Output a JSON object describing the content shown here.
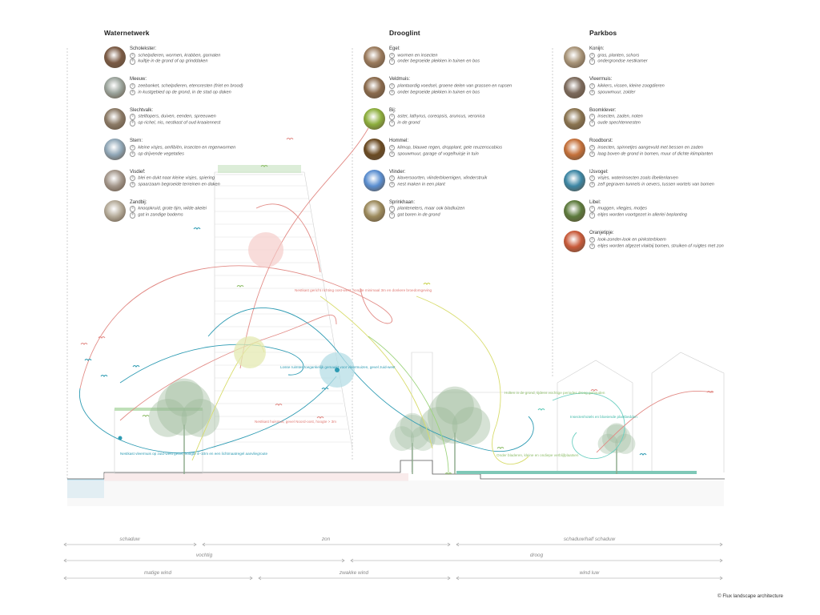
{
  "columns": [
    {
      "title": "Waternetwerk",
      "species": [
        {
          "name": "Scholekster:",
          "food": "schelpdieren, wormen, krabben, garnalen",
          "nest": "kuiltje in de grond of op grinddaken",
          "color": "#7a5a44"
        },
        {
          "name": "Meeuw:",
          "food": "zeebanket, schelpdieren, etensresten (friet en brood)",
          "nest": "in kustgebied op de grond, in de stad op daken",
          "color": "#9aa39b"
        },
        {
          "name": "Slechtvalk:",
          "food": "steltlopers, duiven, eenden, spreeuwen",
          "nest": "op richel, nis, nestkast of oud kraaiennest",
          "color": "#8b7a66"
        },
        {
          "name": "Stern:",
          "food": "kleine visjes, amfibiën, insecten en regenwormen",
          "nest": "op drijvende vegetaties",
          "color": "#8fa6b6"
        },
        {
          "name": "Visdief:",
          "food": "blei en dukt naar kleine visjes, spiering",
          "nest": "spaarzaam begroeide terreinen en daken",
          "color": "#a3968a"
        },
        {
          "name": "Zandbij:",
          "food": "knoopkruid, grote tijm, wilde akelei",
          "nest": "gat in zandige bodems",
          "color": "#b4aa98"
        }
      ]
    },
    {
      "title": "Drooglint",
      "species": [
        {
          "name": "Egel:",
          "food": "wormen en insecten",
          "nest": "onder begroeide plekken in tuinen en bos",
          "color": "#9a7a5c"
        },
        {
          "name": "Veldmuis:",
          "food": "plantaardig voedsel, groene delen van grassen en rupsen",
          "nest": "onder begroeide plekken in tuinen en bos",
          "color": "#8a6a4c"
        },
        {
          "name": "Bij:",
          "food": "aster, lathyrus, coreopsis, aruncus, veronica",
          "nest": "in de grond",
          "color": "#8cae3c"
        },
        {
          "name": "Hommel:",
          "food": "klimop, blauwe regen, dropplant, gele reuzenscabios",
          "nest": "spouwmuur, garage of vogelhuisje in tuin",
          "color": "#6a4a22"
        },
        {
          "name": "Vlinder:",
          "food": "klaversoorten, vlinderbloemigen, vlinderstruik",
          "nest": "nest maken in een plant",
          "color": "#5a8ed0"
        },
        {
          "name": "Sprinkhaan:",
          "food": "planteneters, maar ook bladluizen",
          "nest": "gat boren in de grond",
          "color": "#9c8a5c"
        }
      ]
    },
    {
      "title": "Parkbos",
      "species": [
        {
          "name": "Konijn:",
          "food": "gras, planten, schors",
          "nest": "ondergrondse nestkamer",
          "color": "#a89478"
        },
        {
          "name": "Vleermuis:",
          "food": "kikkers, vissen, kleine zoogdieren",
          "nest": "spouwmuur, zolder",
          "color": "#7c6a5c"
        },
        {
          "name": "Boomklever:",
          "food": "insecten, zaden, noten",
          "nest": "oude spechtennesten",
          "color": "#8a7450"
        },
        {
          "name": "Roodborst:",
          "food": "insecten, spinnetjes aangevuld met bessen en zaden",
          "nest": "laag boven de grond in bomen, muur of dichte klimplanten",
          "color": "#c4703a"
        },
        {
          "name": "IJsvogel:",
          "food": "visjes, waterinsecten zoals libellenlarven",
          "nest": "zelf gegraven tunnels in oevers, tussen wortels van bomen",
          "color": "#3c86a4"
        },
        {
          "name": "Libel:",
          "food": "muggen, vliegjes, motjes",
          "nest": "eitjes worden voortgezet in allerlei beplanting",
          "color": "#5c7a3c"
        },
        {
          "name": "Oranjetipje:",
          "food": "look-zonder-look en pinksterbloem",
          "nest": "eitjes worden afgezet vlakbij bomen, struiken of ruigtes met zon",
          "color": "#c85a3a"
        }
      ]
    }
  ],
  "annotations": {
    "red_note": "Nestkast gericht richting oost-west, hoogte minimaal 3m en donkere broedomgeving",
    "teal_note": "Losse ruimtes toegankelijk gemaakt voor vleermuizen, gevel zuid-west",
    "pink_note": "Nestkast huismus, gevel Noord-oost, hoogte > 3m",
    "bat_note": "Nestkast vleermuis op zuid-west gevel, hoogte 4–10m en een lichtmaatregel aanvliegroute",
    "dry_note": "Holten in de grond, tijdens vochtige periodes droog gehouden",
    "leaf_note": "Onder bladeren, kleine en ondiepe verblijfplaatsen",
    "park_note": "Insectenhotels en bloeiende plantbedden"
  },
  "bands": [
    {
      "label": "schaduw"
    },
    {
      "label": "zon"
    },
    {
      "label": "schaduw/half schaduw"
    },
    {
      "label": "vochtig"
    },
    {
      "label": "droog"
    },
    {
      "label": "matige wind"
    },
    {
      "label": "zwakke wind"
    },
    {
      "label": "wind luw"
    }
  ],
  "legend_marks": {
    "food": "©",
    "nest": "®"
  },
  "credit": "© Flux landscape architecture",
  "colors": {
    "water": "#b9e0ee",
    "red": "#e0756f",
    "teal": "#2e9bb3",
    "yellow": "#c8d24a",
    "green": "#8fbe6a",
    "mint": "#5fc9b8",
    "tree": "#9bb89a"
  }
}
